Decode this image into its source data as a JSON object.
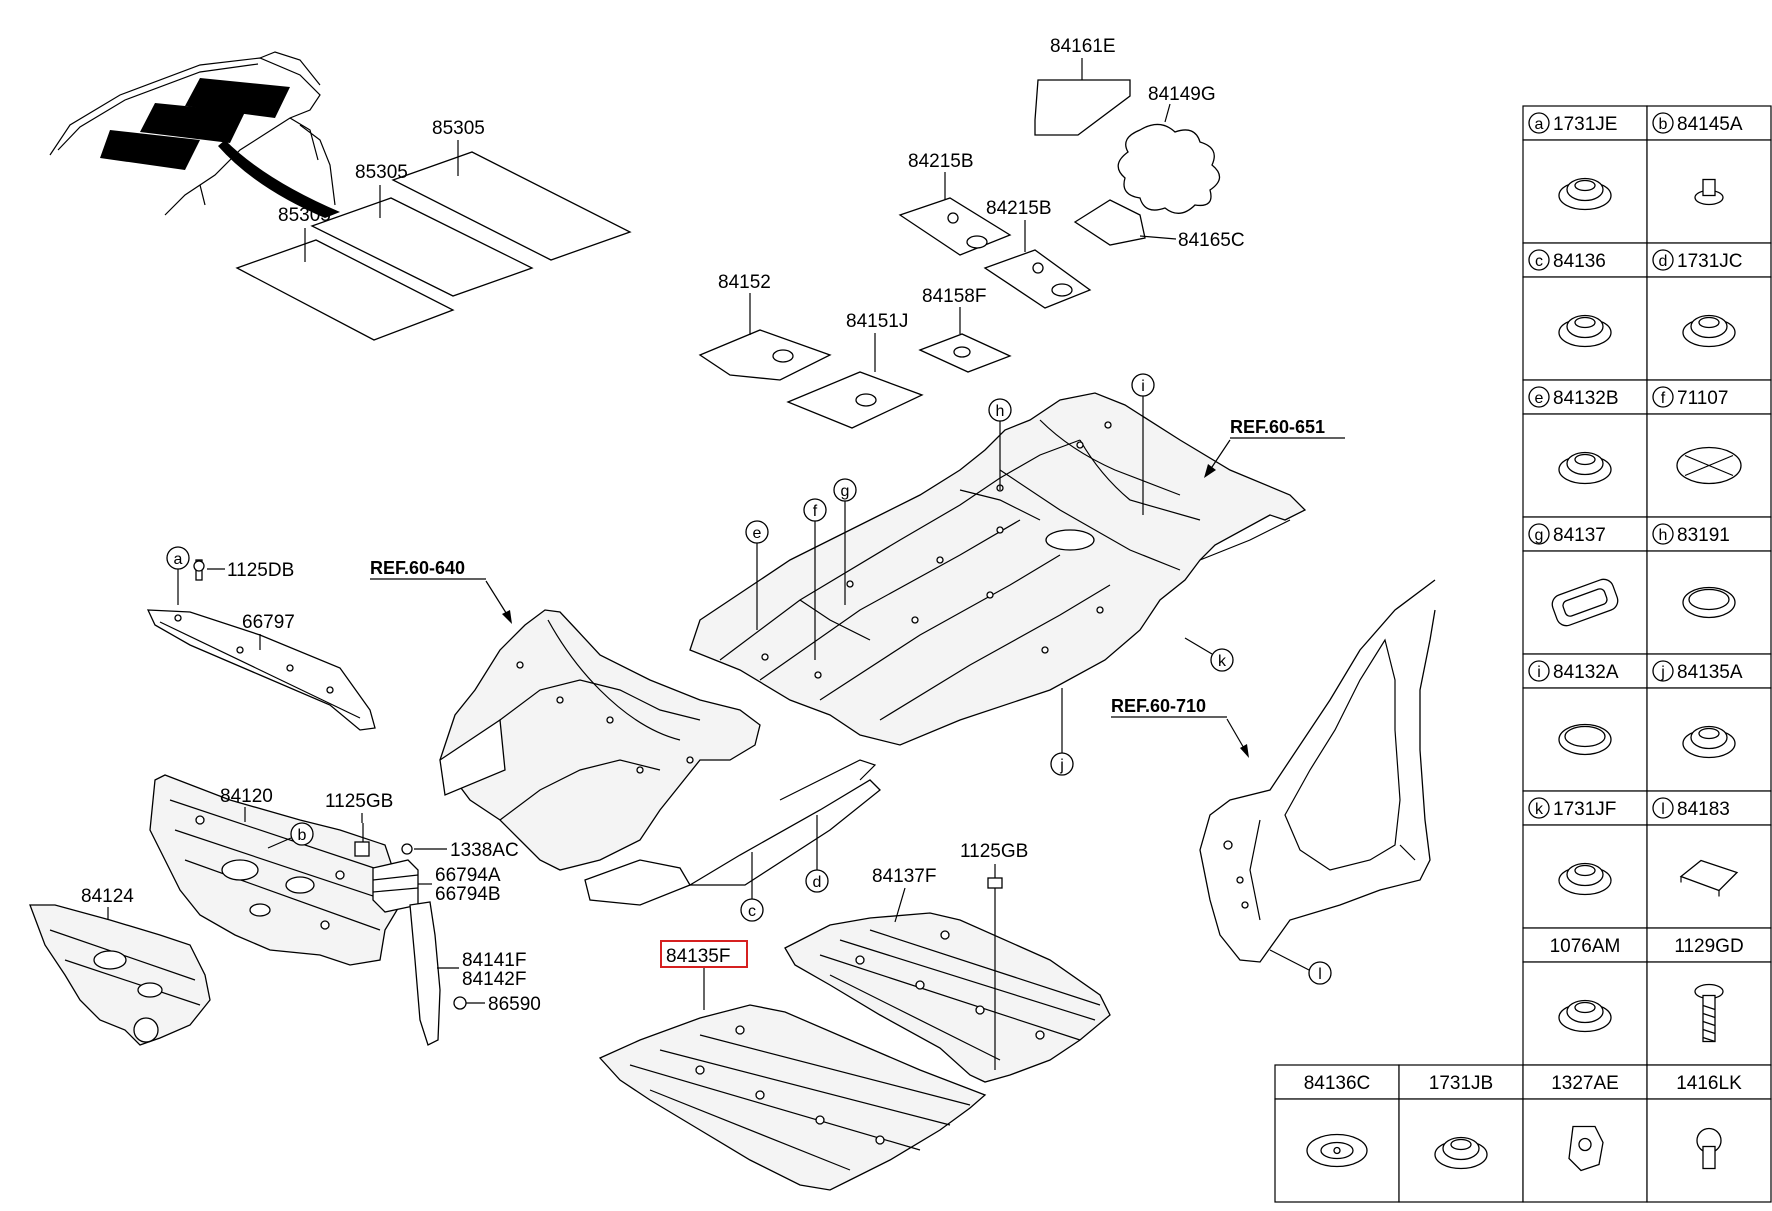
{
  "labels": {
    "p84161E": "84161E",
    "p84149G": "84149G",
    "p84215B_1": "84215B",
    "p84215B_2": "84215B",
    "p84165C": "84165C",
    "p84152": "84152",
    "p84151J": "84151J",
    "p84158F": "84158F",
    "p85305_1": "85305",
    "p85305_2": "85305",
    "p85305_3": "85305",
    "p1125DB": "1125DB",
    "p66797": "66797",
    "p84120": "84120",
    "p1125GB_1": "1125GB",
    "p1338AC": "1338AC",
    "p66794A": "66794A",
    "p66794B": "66794B",
    "p84124": "84124",
    "p84141F": "84141F",
    "p84142F": "84142F",
    "p86590": "86590",
    "p84137F": "84137F",
    "p1125GB_2": "1125GB",
    "p84135F": "84135F"
  },
  "refs": {
    "r640": "REF.60-640",
    "r651": "REF.60-651",
    "r710": "REF.60-710"
  },
  "callouts": {
    "a": "a",
    "b": "b",
    "c": "c",
    "d": "d",
    "e": "e",
    "f": "f",
    "g": "g",
    "h": "h",
    "i": "i",
    "j": "j",
    "k": "k",
    "l": "l"
  },
  "legend": {
    "rows": [
      [
        {
          "letter": "a",
          "code": "1731JE"
        },
        {
          "letter": "b",
          "code": "84145A"
        }
      ],
      [
        {
          "letter": "c",
          "code": "84136"
        },
        {
          "letter": "d",
          "code": "1731JC"
        }
      ],
      [
        {
          "letter": "e",
          "code": "84132B"
        },
        {
          "letter": "f",
          "code": "71107"
        }
      ],
      [
        {
          "letter": "g",
          "code": "84137"
        },
        {
          "letter": "h",
          "code": "83191"
        }
      ],
      [
        {
          "letter": "i",
          "code": "84132A"
        },
        {
          "letter": "j",
          "code": "84135A"
        }
      ],
      [
        {
          "letter": "k",
          "code": "1731JF"
        },
        {
          "letter": "l",
          "code": "84183"
        }
      ],
      [
        {
          "letter": "",
          "code": "1076AM"
        },
        {
          "letter": "",
          "code": "1129GD"
        }
      ]
    ],
    "bottom": [
      "84136C",
      "1731JB",
      "1327AE",
      "1416LK"
    ]
  },
  "colors": {
    "line": "#000000",
    "highlight": "#d62020",
    "background": "#ffffff"
  }
}
